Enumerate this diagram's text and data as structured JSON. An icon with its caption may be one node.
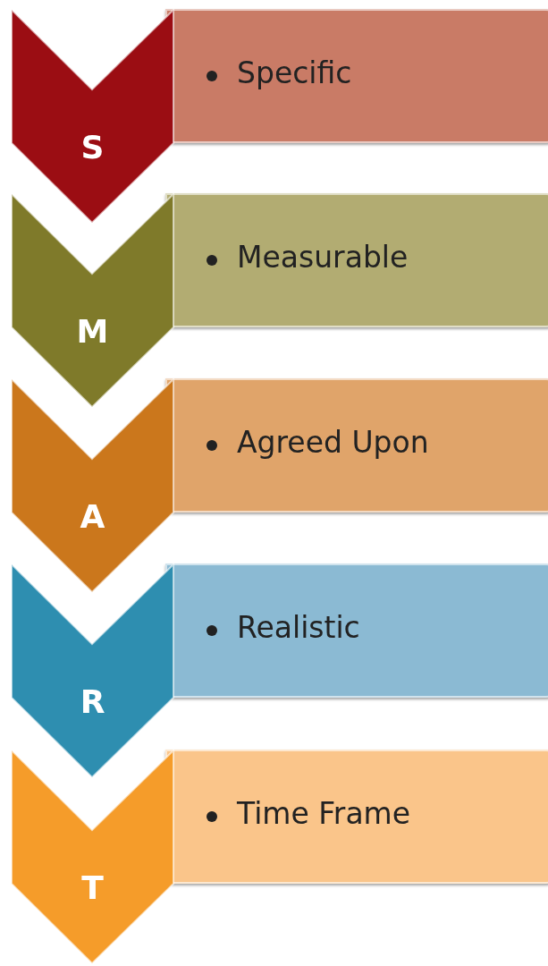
{
  "diagram": {
    "nodes": [
      {
        "text": [
          "S"
        ]
      },
      {
        "text": [
          "Specific"
        ]
      },
      {
        "text": [
          "M"
        ]
      },
      {
        "text": [
          "Measurable"
        ]
      },
      {
        "text": [
          "A"
        ]
      },
      {
        "text": [
          "Agreed Upon"
        ]
      },
      {
        "text": [
          "R"
        ]
      },
      {
        "text": [
          "Realistic"
        ]
      },
      {
        "text": [
          "T"
        ]
      },
      {
        "text": [
          "Time Frame"
        ]
      }
    ]
  }
}
